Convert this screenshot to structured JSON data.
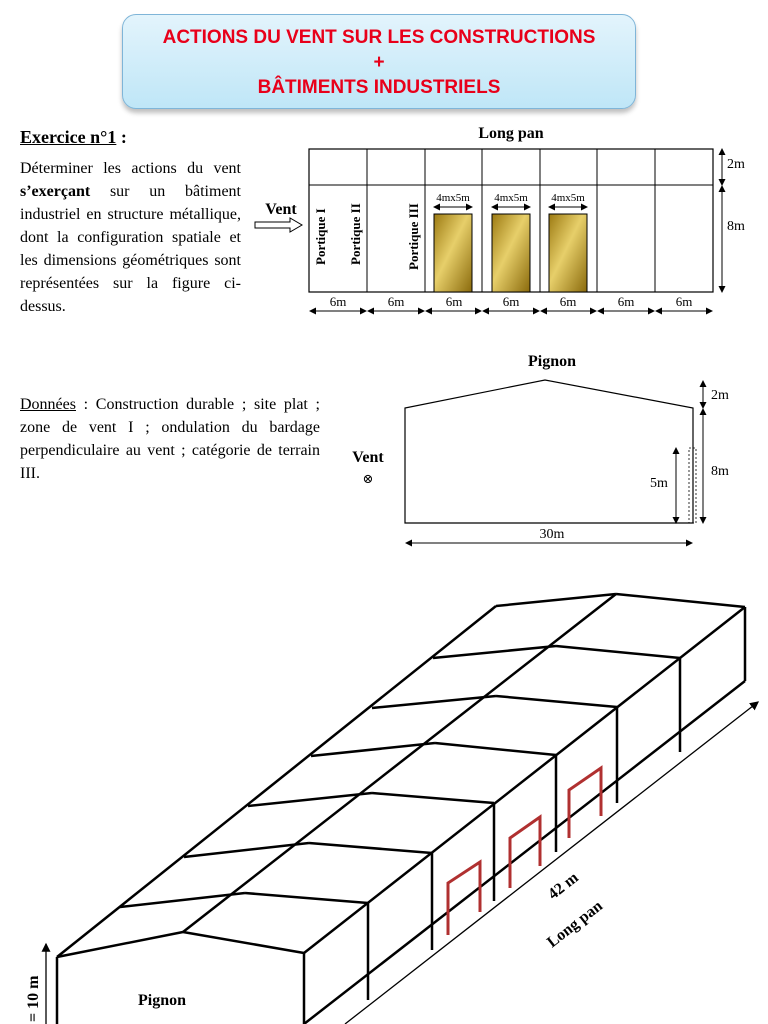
{
  "banner": {
    "line1": "ACTIONS DU VENT SUR LES CONSTRUCTIONS",
    "line2": "+",
    "line3": "BÂTIMENTS INDUSTRIELS"
  },
  "exercise": {
    "title_underlined": "Exercice n°1",
    "title_suffix": " :",
    "statement_part1": "Déterminer les actions du vent ",
    "statement_bold": "s’exerçant",
    "statement_part2": " sur un bâtiment industriel en structure métallique, dont la configuration spatiale et les dimensions géométriques sont représentées sur la figure ci-dessus.",
    "data_label": "Données",
    "data_text": " : Construction durable ; site plat ; zone de vent I ; ondulation du bardage perpendiculaire au vent ; catégorie de terrain III."
  },
  "long_pan_fig": {
    "title": "Long pan",
    "wind_label": "Vent",
    "portiques": [
      "Portique I",
      "Portique II",
      "Portique III"
    ],
    "door_labels": [
      "4mx5m",
      "4mx5m",
      "4mx5m"
    ],
    "bay_dims": [
      "6m",
      "6m",
      "6m",
      "6m",
      "6m",
      "6m",
      "6m"
    ],
    "height_top": "2m",
    "height_wall": "8m",
    "door_color": "#c9a227"
  },
  "pignon_fig": {
    "title": "Pignon",
    "wind_label": "Vent",
    "wind_symbol": "⊗",
    "height_top": "2m",
    "height_total": "8m",
    "door_height": "5m",
    "width": "30m"
  },
  "iso_fig": {
    "length_value": "42 m",
    "length_label": "Long pan",
    "gable_label": "Pignon",
    "height_label": "= 10 m",
    "door_color": "#b03030"
  }
}
